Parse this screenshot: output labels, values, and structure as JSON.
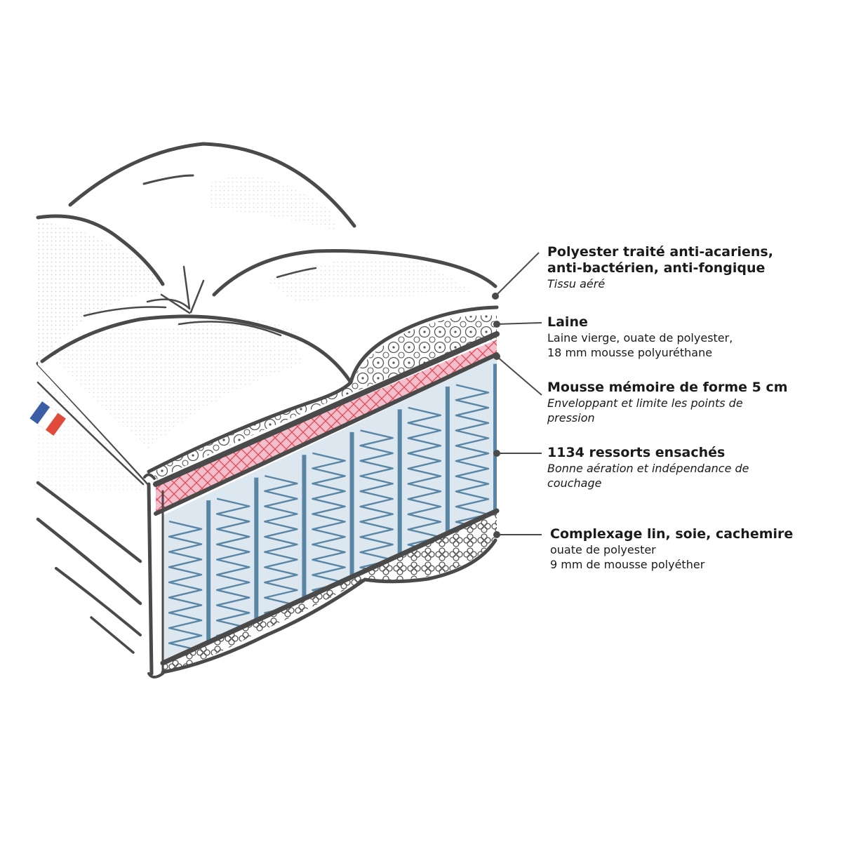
{
  "colors": {
    "outline": "#4a4a4a",
    "spring": "#5a86a6",
    "pocket": "#dde7ef",
    "memory_foam": "#f4bfcc",
    "memory_pattern": "#e0505c",
    "texture": "#bdbdbd",
    "flag_blue": "#3b5fa6",
    "flag_red": "#e14b3c"
  },
  "illustration": {
    "subject": "mattress-cutaway",
    "icons": [
      "french-flag-icon"
    ]
  },
  "layers": [
    {
      "title_lines": [
        "Polyester traité anti-acariens,",
        "anti-bactérien, anti-fongique"
      ],
      "desc_lines": [
        "Tissu aéré"
      ],
      "desc_style": "italic"
    },
    {
      "title_lines": [
        "Laine"
      ],
      "desc_lines": [
        "Laine vierge, ouate de polyester,",
        "18 mm mousse polyuréthane"
      ],
      "desc_style": "normal"
    },
    {
      "title_lines": [
        "Mousse mémoire de forme 5 cm"
      ],
      "desc_lines": [
        "Enveloppant et limite les points de",
        "pression"
      ],
      "desc_style": "italic"
    },
    {
      "title_lines": [
        "1134 ressorts ensachés"
      ],
      "desc_lines": [
        "Bonne aération et indépendance de",
        "couchage"
      ],
      "desc_style": "italic"
    },
    {
      "title_lines": [
        "Complexage lin, soie, cachemire"
      ],
      "desc_lines": [
        "ouate de polyester",
        "9 mm de mousse polyéther"
      ],
      "desc_style": "normal"
    }
  ]
}
